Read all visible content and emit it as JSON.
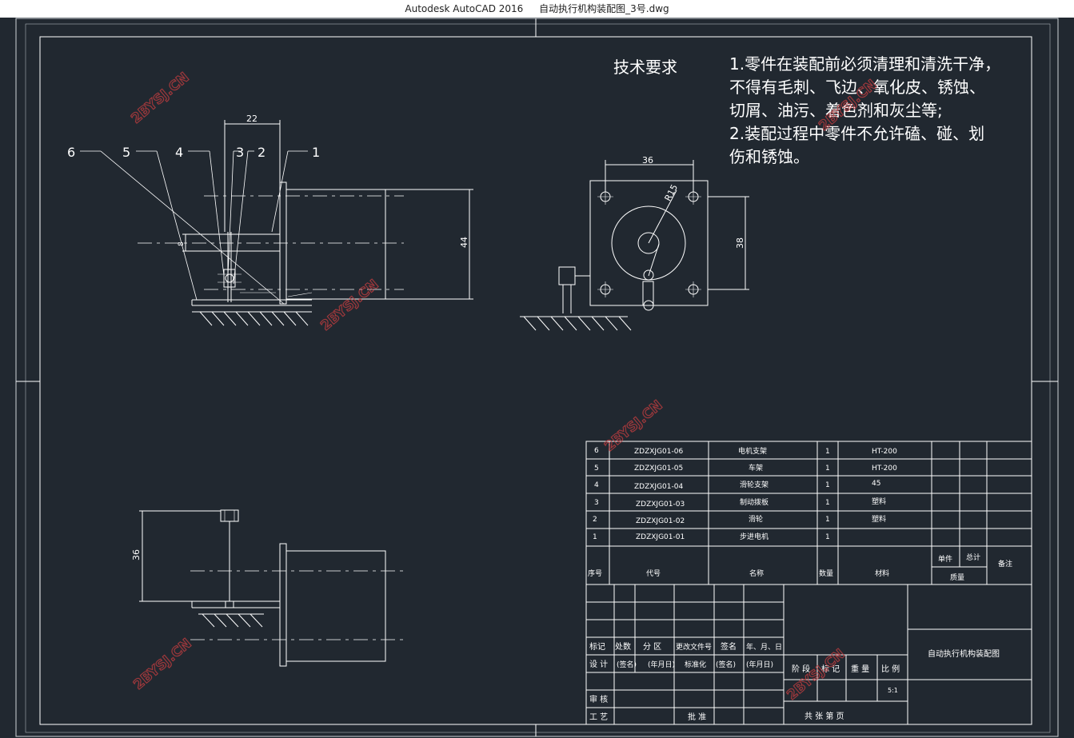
{
  "window": {
    "app_name": "Autodesk AutoCAD 2016",
    "file_name": "自动执行机构装配图_3号.dwg"
  },
  "tech_req": {
    "heading": "技术要求",
    "lines": [
      "1.零件在装配前必须清理和清洗干净，",
      "不得有毛刺、飞边、氧化皮、锈蚀、",
      "切屑、油污、着色剂和灰尘等;",
      "2.装配过程中零件不允许磕、碰、划",
      "伤和锈蚀。"
    ]
  },
  "watermark": "2BYSJ.CN",
  "dims": {
    "front_top": "22",
    "front_height": "44",
    "front_small": "8",
    "side_width": "36",
    "side_radius": "R15",
    "side_height": "38",
    "bottom_height": "36"
  },
  "balloons": [
    "6",
    "5",
    "4",
    "3",
    "2",
    "1"
  ],
  "bom": {
    "rows": [
      {
        "no": "6",
        "code": "ZDZXJG01-06",
        "name": "电机支架",
        "qty": "1",
        "material": "HT-200"
      },
      {
        "no": "5",
        "code": "ZDZXJG01-05",
        "name": "车架",
        "qty": "1",
        "material": "HT-200"
      },
      {
        "no": "4",
        "code": "ZDZXJG01-04",
        "name": "滑轮支架",
        "qty": "1",
        "material": "45"
      },
      {
        "no": "3",
        "code": "ZDZXJG01-03",
        "name": "制动拨板",
        "qty": "1",
        "material": "塑料"
      },
      {
        "no": "2",
        "code": "ZDZXJG01-02",
        "name": "滑轮",
        "qty": "1",
        "material": "塑料"
      },
      {
        "no": "1",
        "code": "ZDZXJG01-01",
        "name": "步进电机",
        "qty": "1",
        "material": ""
      }
    ],
    "header": {
      "no": "序号",
      "code": "代号",
      "name": "名称",
      "qty": "数量",
      "material": "材料",
      "unit": "单件",
      "total": "总计",
      "mass": "质量",
      "remark": "备注"
    }
  },
  "title_block": {
    "drawing_title": "自动执行机构装配图",
    "change_row": [
      "标记",
      "处数",
      "分 区",
      "更改文件号",
      "签名",
      "年、月、日"
    ],
    "design_row": [
      "设 计",
      "(签名)",
      "(年月日)",
      "标准化",
      "(签名)",
      "(年月日)"
    ],
    "review": "审 核",
    "process": "工 艺",
    "approve": "批 准",
    "stage_labels": [
      "阶 段",
      "标 记",
      "重 量",
      "比 例"
    ],
    "scale": "5:1",
    "sheet_text": "共    张    第    页"
  }
}
